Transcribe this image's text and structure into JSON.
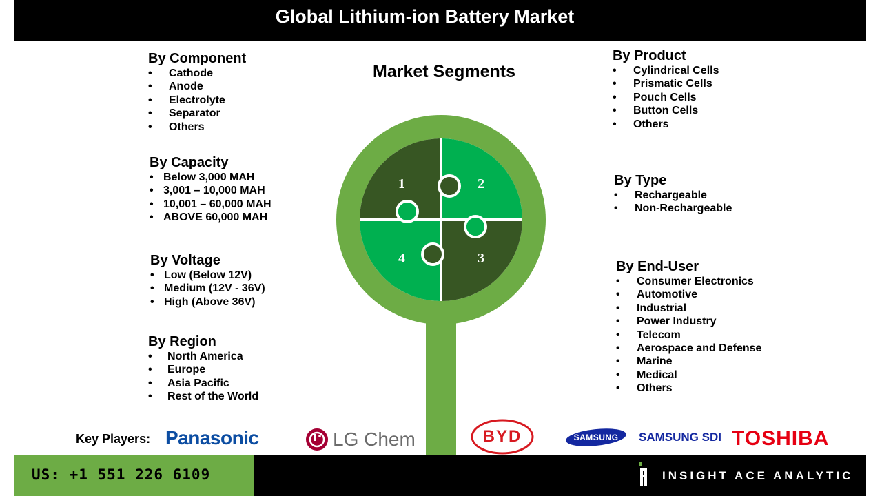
{
  "header": {
    "title": "Global Lithium-ion Battery Market"
  },
  "center": {
    "title": "Market Segments",
    "pieces": [
      "1",
      "2",
      "3",
      "4"
    ]
  },
  "segments": {
    "component": {
      "title": "By Component",
      "items": [
        "Cathode",
        "Anode",
        "Electrolyte",
        "Separator",
        "Others"
      ]
    },
    "capacity": {
      "title": "By  Capacity",
      "items": [
        "Below 3,000 MAH",
        "3,001 – 10,000 MAH",
        "10,001 – 60,000 MAH",
        "ABOVE 60,000 MAH"
      ]
    },
    "voltage": {
      "title": "By Voltage",
      "items": [
        "Low (Below 12V)",
        "Medium (12V - 36V)",
        "High (Above 36V)"
      ]
    },
    "region": {
      "title": "By Region",
      "items": [
        "North America",
        "Europe",
        "Asia Pacific",
        "Rest of the World"
      ]
    },
    "product": {
      "title": "By Product",
      "items": [
        "Cylindrical Cells",
        "Prismatic Cells",
        "Pouch Cells",
        "Button Cells",
        "Others"
      ]
    },
    "type": {
      "title": "By Type",
      "items": [
        "Rechargeable",
        "Non-Rechargeable"
      ]
    },
    "end_user": {
      "title": "By End-User",
      "items": [
        "Consumer Electronics",
        "Automotive",
        "Industrial",
        "Power Industry",
        "Telecom",
        "Aerospace and Defense",
        "Marine",
        "Medical",
        "Others"
      ]
    }
  },
  "key_players": {
    "label": "Key Players:",
    "logos": [
      "Panasonic",
      "LG Chem",
      "BYD",
      "SAMSUNG",
      "SAMSUNG SDI",
      "TOSHIBA"
    ]
  },
  "footer": {
    "phone": "US: +1 551 226 6109",
    "brand": "INSIGHT ACE ANALYTIC"
  },
  "colors": {
    "green": "#6dac45",
    "bright_green": "#00b050",
    "dark_green": "#375623",
    "panasonic_blue": "#0c4da2",
    "toshiba_red": "#e60012",
    "byd_red": "#d71920",
    "lg_red": "#a50034",
    "samsung_blue": "#1428a0"
  }
}
